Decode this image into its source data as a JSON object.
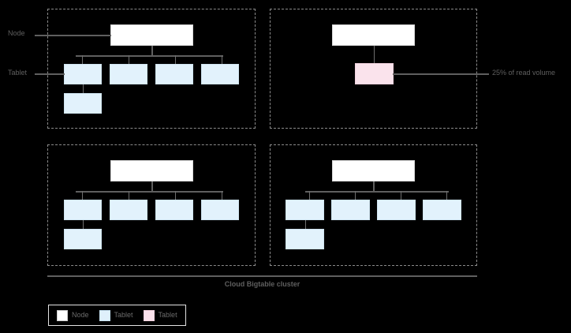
{
  "diagram": {
    "caption": "Cloud Bigtable cluster",
    "callouts": {
      "node": "Node",
      "tablet": "Tablet",
      "hot_tablet": "25% of read volume"
    },
    "colors": {
      "node_fill": "#ffffff",
      "tablet_fill": "#e2f2fc",
      "hot_tablet_fill": "#fae3ec",
      "line": "#5f5f5f",
      "frame": "#8a8a8a",
      "text": "#5f5f5f",
      "background": "#000000"
    },
    "quadrants": [
      {
        "id": "top-left",
        "node_label": "",
        "tablet_count": 5,
        "has_hot_tablet": false
      },
      {
        "id": "top-right",
        "node_label": "",
        "tablet_count": 1,
        "has_hot_tablet": true
      },
      {
        "id": "bottom-left",
        "node_label": "",
        "tablet_count": 5,
        "has_hot_tablet": false
      },
      {
        "id": "bottom-right",
        "node_label": "",
        "tablet_count": 5,
        "has_hot_tablet": false
      }
    ]
  },
  "legend": {
    "items": [
      {
        "label": "Node",
        "swatch": "node"
      },
      {
        "label": "Tablet",
        "swatch": "tablet-blue"
      },
      {
        "label": "Tablet",
        "swatch": "tablet-pink"
      }
    ]
  }
}
